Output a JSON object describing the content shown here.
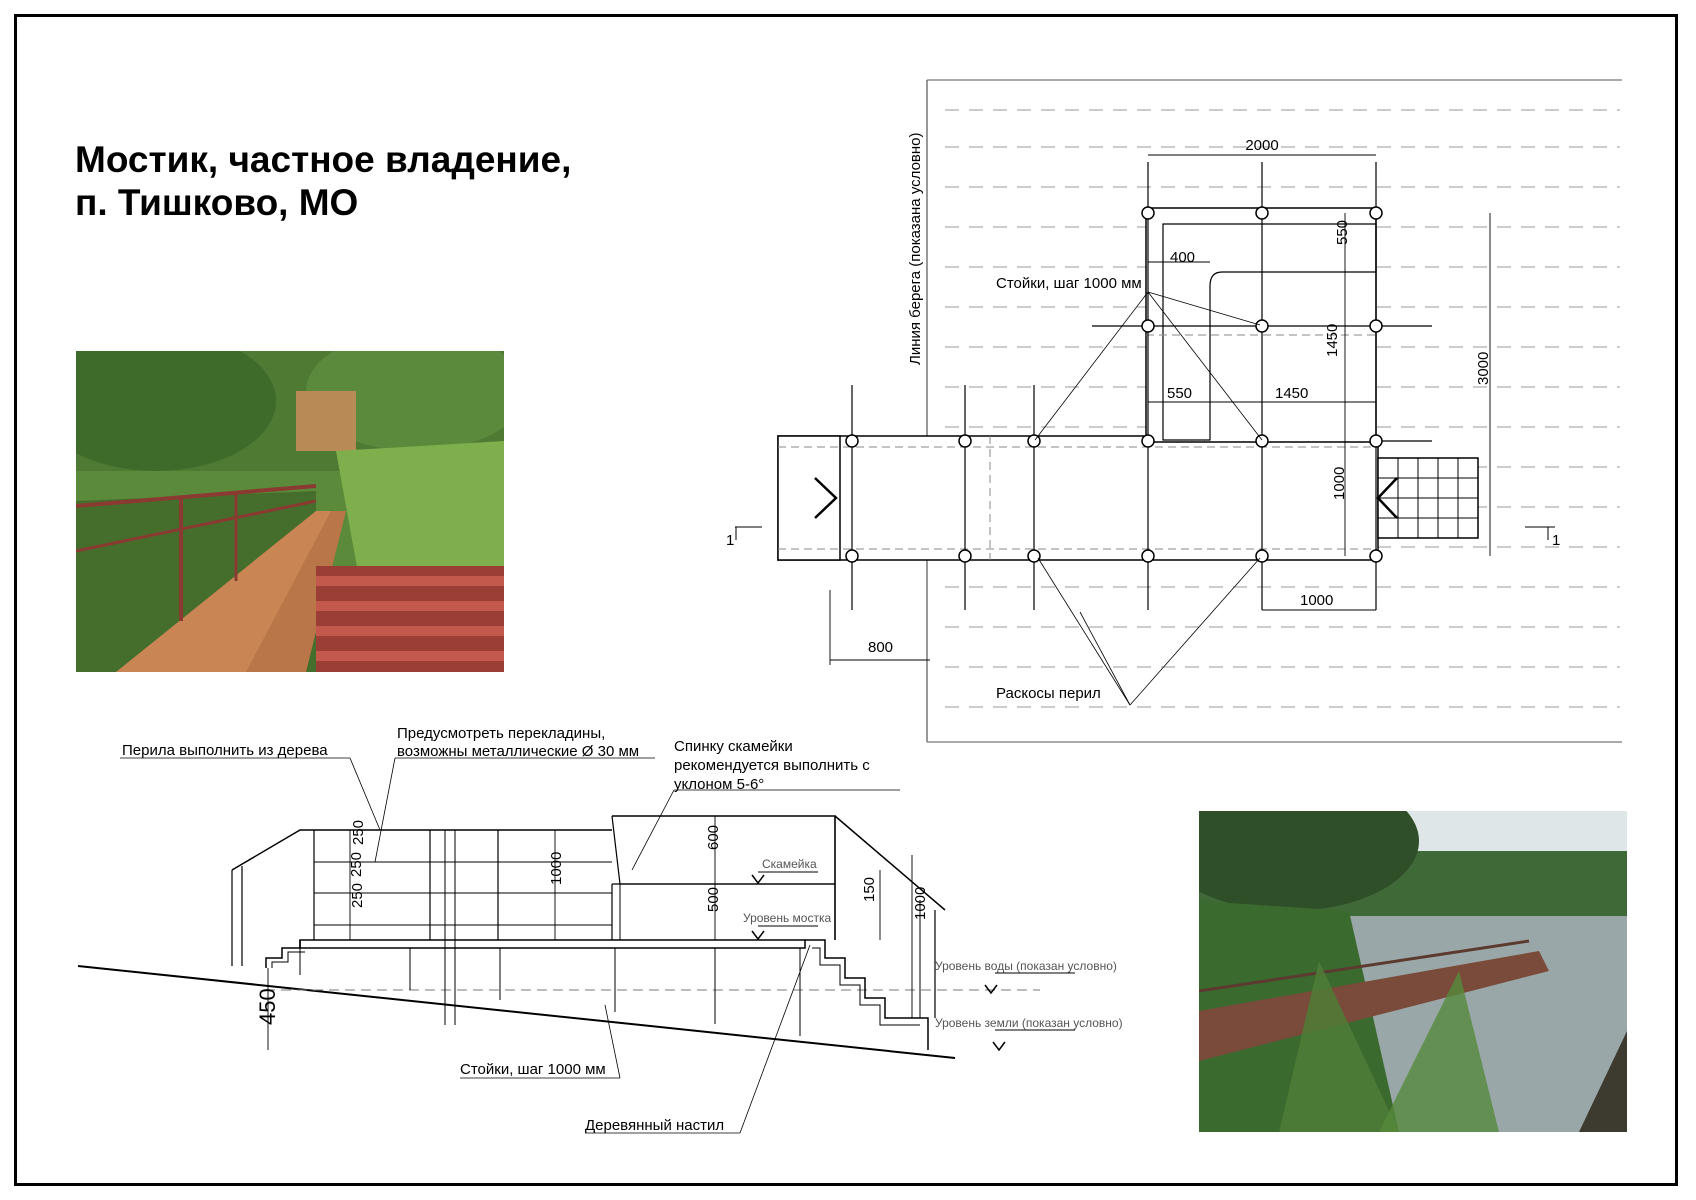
{
  "title": {
    "line1": "Мостик, частное владение,",
    "line2": "п. Тишково, МО"
  },
  "plan": {
    "shore_line": "Линия берега (показана условно)",
    "posts_label": "Стойки, шаг 1000 мм",
    "braces_label": "Раскосы перил",
    "dims": {
      "d2000": "2000",
      "d400": "400",
      "d550v": "550",
      "d1450v": "1450",
      "d550h": "550",
      "d1450h": "1450",
      "d3000": "3000",
      "d1000v": "1000",
      "d1000h": "1000",
      "d800": "800"
    },
    "section_left": "1",
    "section_right": "1"
  },
  "section": {
    "railing_label": "Перила выполнить из дерева",
    "crossbars_label_1": "Предусмотреть перекладины,",
    "crossbars_label_2": "возможны металлические Ø 30 мм",
    "bench_label_1": "Спинку скамейки",
    "bench_label_2": "рекомендуется выполнить с",
    "bench_label_3": "уклоном 5-6°",
    "posts_label": "Стойки, шаг 1000 мм",
    "deck_label": "Деревянный настил",
    "bench_level": "Скамейка",
    "deck_level": "Уровень мостка",
    "water_level": "Уровень воды (показан условно)",
    "ground_level": "Уровень земли (показан условно)",
    "dims": {
      "d250a": "250",
      "d250b": "250",
      "d250c": "250",
      "d1000a": "1000",
      "d600": "600",
      "d500": "500",
      "d150": "150",
      "d1000b": "1000",
      "d450": "450"
    }
  },
  "photos": {
    "photo1_icon": "bridge-photo-reeds",
    "photo2_icon": "bridge-photo-lake"
  }
}
